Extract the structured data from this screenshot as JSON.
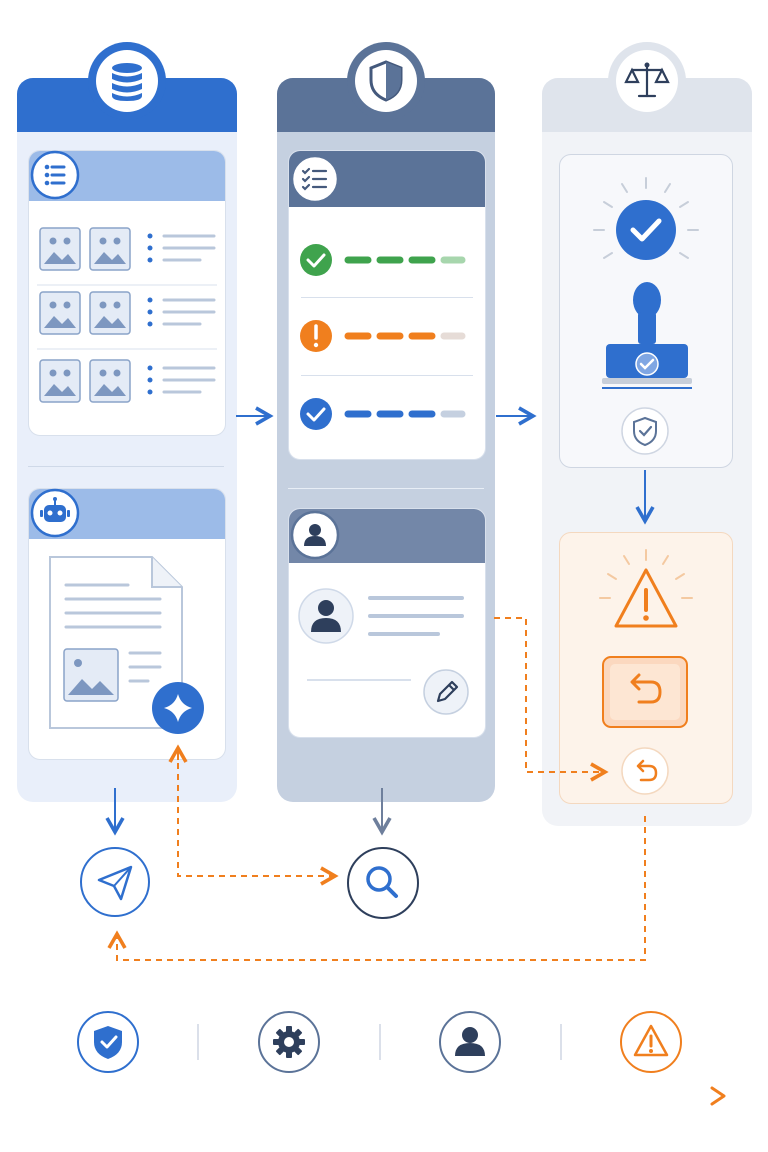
{
  "diagram": {
    "columns": [
      {
        "id": "data",
        "header_icon": "database-icon",
        "color": "#2f6fce",
        "panels": [
          "image-list-panel",
          "ai-document-panel"
        ]
      },
      {
        "id": "review",
        "header_icon": "shield-icon",
        "color": "#5b7398",
        "panels": [
          "checklist-panel",
          "reviewer-panel"
        ]
      },
      {
        "id": "compliance",
        "header_icon": "balance-scale-icon",
        "color": "#c7ced9",
        "panels": [
          "approval-panel",
          "warning-rollback-panel"
        ]
      }
    ],
    "checklist": [
      {
        "status": "approved",
        "icon": "check-circle-icon",
        "color": "#3fa34d"
      },
      {
        "status": "warning",
        "icon": "exclamation-circle-icon",
        "color": "#f07f1e"
      },
      {
        "status": "approved",
        "icon": "check-circle-icon",
        "color": "#2f6fce"
      }
    ],
    "action_nodes": [
      "send-icon",
      "search-icon"
    ],
    "legend": [
      "shield-check-icon",
      "gear-icon",
      "user-icon",
      "warning-icon"
    ],
    "colors": {
      "primary": "#2f6fce",
      "slate": "#5b7398",
      "accent": "#f07f1e",
      "success": "#3fa34d",
      "light": "#e8eef8"
    }
  }
}
